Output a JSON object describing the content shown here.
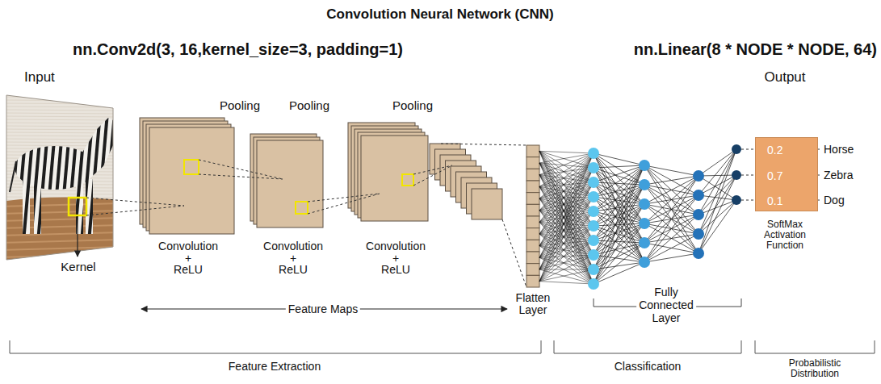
{
  "diagram": {
    "title": "Convolution Neural Network (CNN)",
    "nodes": [
      {
        "text": [
          "0.2",
          "0.7",
          "0.1"
        ]
      }
    ],
    "labels": [
      "nn.Conv2d(3, 16,kernel_size=3, padding=1)",
      "nn.Linear(8 * NODE * NODE, 64)",
      "Input",
      "Pooling",
      "Pooling",
      "Pooling",
      "Output",
      "Horse",
      "Zebra",
      "Dog",
      "Kernel",
      "Convolution + ReLU",
      "Convolution + ReLU",
      "Convolution + ReLU",
      "SoftMax Activation Function",
      "Flatten Layer",
      "Fully Connected Layer",
      "Feature Maps",
      "Feature Extraction",
      "Classification",
      "Probabilistic Distribution"
    ]
  }
}
